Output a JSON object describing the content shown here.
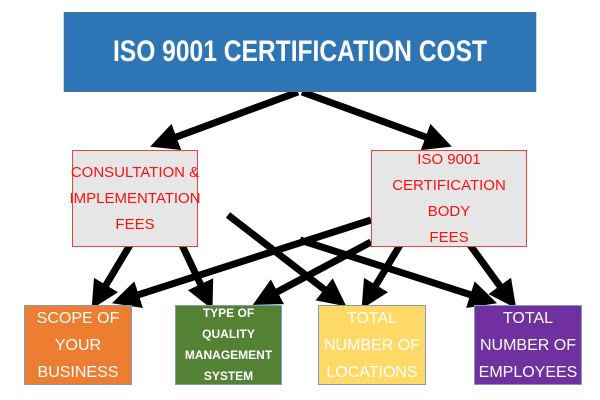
{
  "title": "ISO 9001 CERTIFICATION COST",
  "middle": [
    {
      "label": "CONSULTATION &\nIMPLEMENTATION\nFEES"
    },
    {
      "label": "ISO 9001\nCERTIFICATION BODY\nFEES"
    }
  ],
  "factors": [
    {
      "label": "SCOPE OF\nYOUR\nBUSINESS",
      "color": "#ED7D31"
    },
    {
      "label": "TYPE OF QUALITY\nMANAGEMENT\nSYSTEM",
      "color": "#548235"
    },
    {
      "label": "TOTAL\nNUMBER OF\nLOCATIONS",
      "color": "#FFD966"
    },
    {
      "label": "TOTAL\nNUMBER OF\nEMPLOYEES",
      "color": "#7030A0"
    }
  ]
}
